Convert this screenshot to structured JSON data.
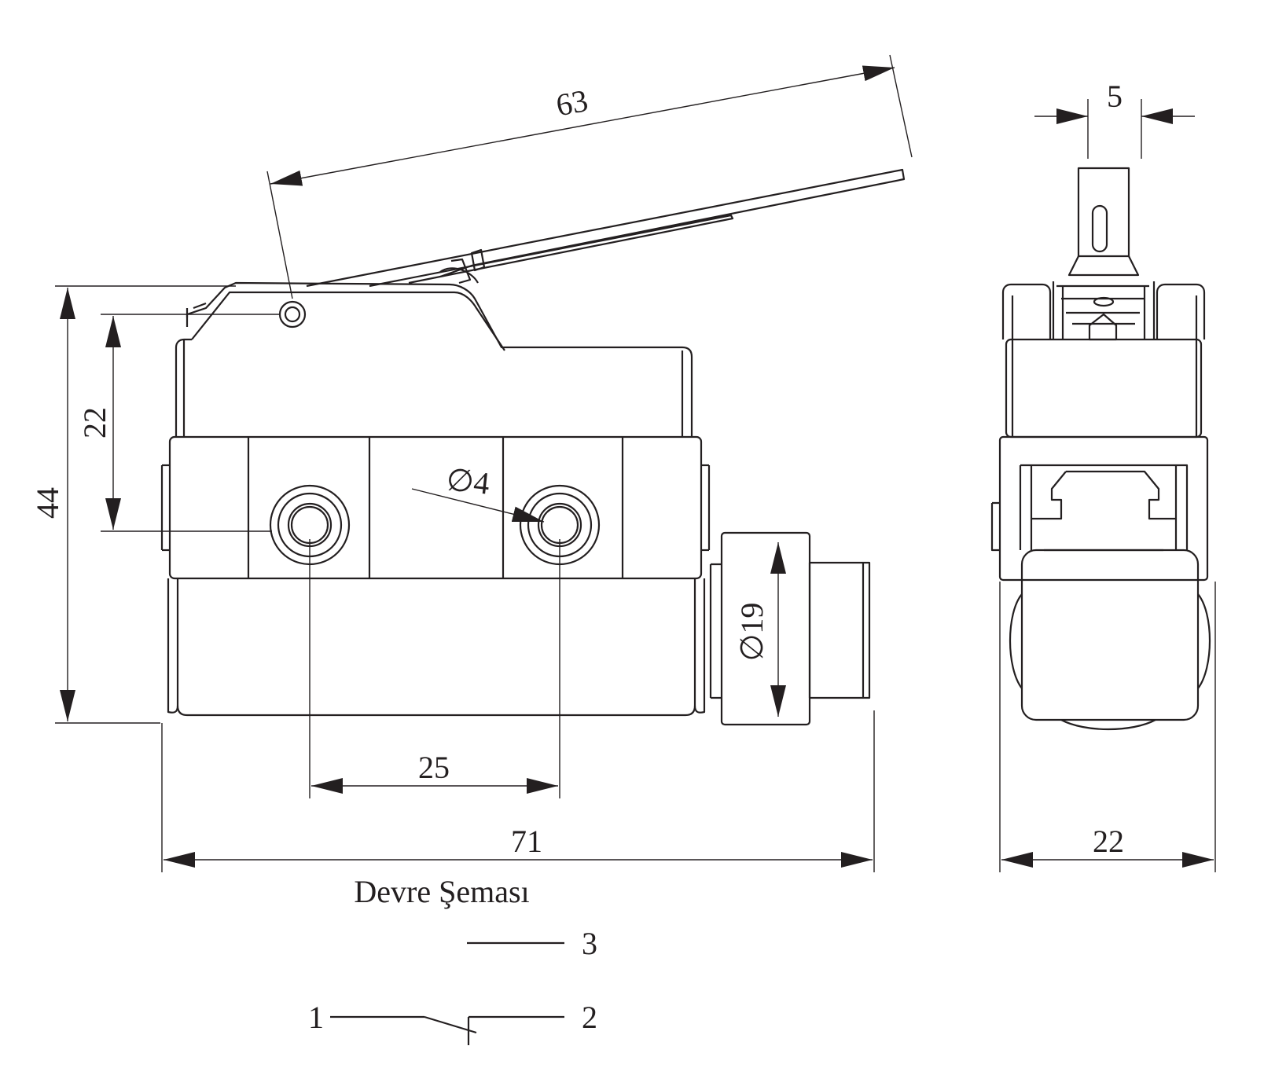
{
  "dimensions": {
    "lever_length": "63",
    "lever_width": "5",
    "height_total": "44",
    "height_to_holes": "22",
    "hole_diameter": "∅4",
    "roller_diameter": "∅19",
    "hole_spacing": "25",
    "length_total": "71",
    "width_side": "22"
  },
  "schematic": {
    "title": "Devre Şeması",
    "terminal_1": "1",
    "terminal_2": "2",
    "terminal_3": "3"
  }
}
